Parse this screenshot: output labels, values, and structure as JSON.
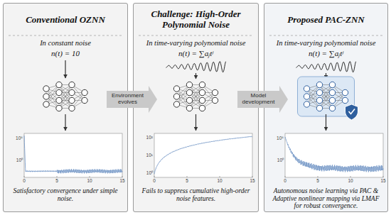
{
  "diagram": {
    "nodes": [
      {
        "text": [
          "Conventional OZNN",
          "In constant noise",
          "n(t) = 10",
          "Satisfactory convergence under simple noise."
        ]
      },
      {
        "text": [
          "Challenge: High-Order Polynomial Noise",
          "In time-varying polynomial noise",
          "n(t) = ∑aⱼtʲ",
          "Fails to suppress cumulative high-order noise features."
        ]
      },
      {
        "text": [
          "Proposed PAC-ZNN",
          "In time-varying polynomial noise",
          "n(t) = ∑aⱼtʲ",
          "Autonomous noise learning via PAC & Adaptive nonlinear mapping via LMAF for robust convergence."
        ]
      }
    ],
    "edges": [
      {
        "from": 0,
        "to": 1,
        "label": "Environment evolves",
        "arrow": "to"
      },
      {
        "from": 1,
        "to": 2,
        "label": "Model development",
        "arrow": "to"
      }
    ],
    "labels": [
      "10⁵",
      "10⁰",
      "0",
      "5",
      "10",
      "15",
      "10²",
      "10¹",
      "10⁰",
      "0",
      "5",
      "10",
      "15",
      "10⁵",
      "10⁰",
      "0",
      "5",
      "10",
      "15"
    ]
  }
}
